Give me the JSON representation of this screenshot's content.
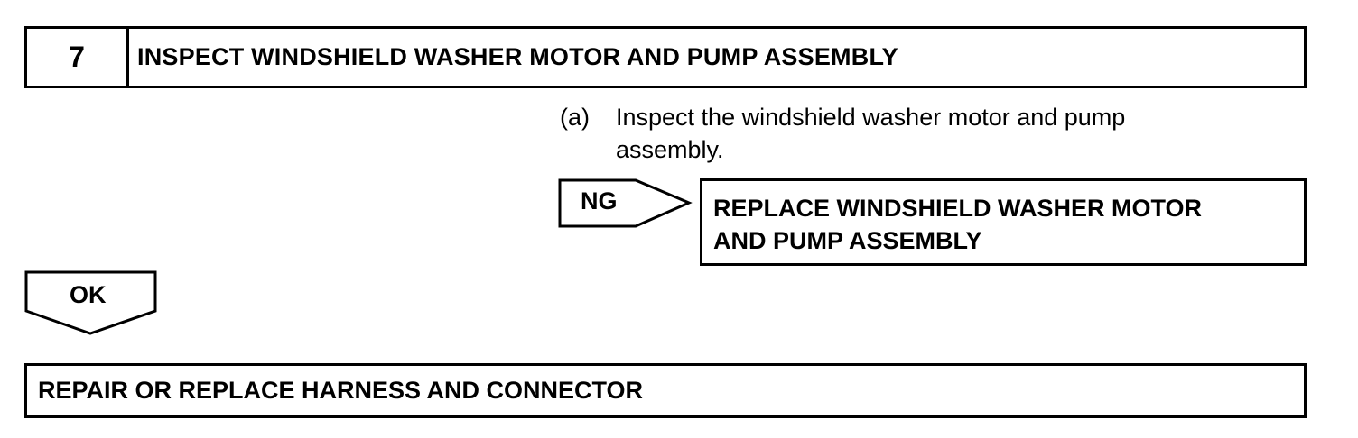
{
  "step": {
    "number": "7",
    "title": "INSPECT WINDSHIELD WASHER MOTOR AND PUMP ASSEMBLY"
  },
  "instruction": {
    "marker": "(a)",
    "text": "Inspect the windshield washer motor and pump assembly."
  },
  "ng_branch": {
    "label": "NG",
    "action_line1": "REPLACE WINDSHIELD WASHER MOTOR",
    "action_line2": "AND PUMP ASSEMBLY"
  },
  "ok_branch": {
    "label": "OK",
    "action": "REPAIR OR REPLACE HARNESS AND CONNECTOR"
  }
}
